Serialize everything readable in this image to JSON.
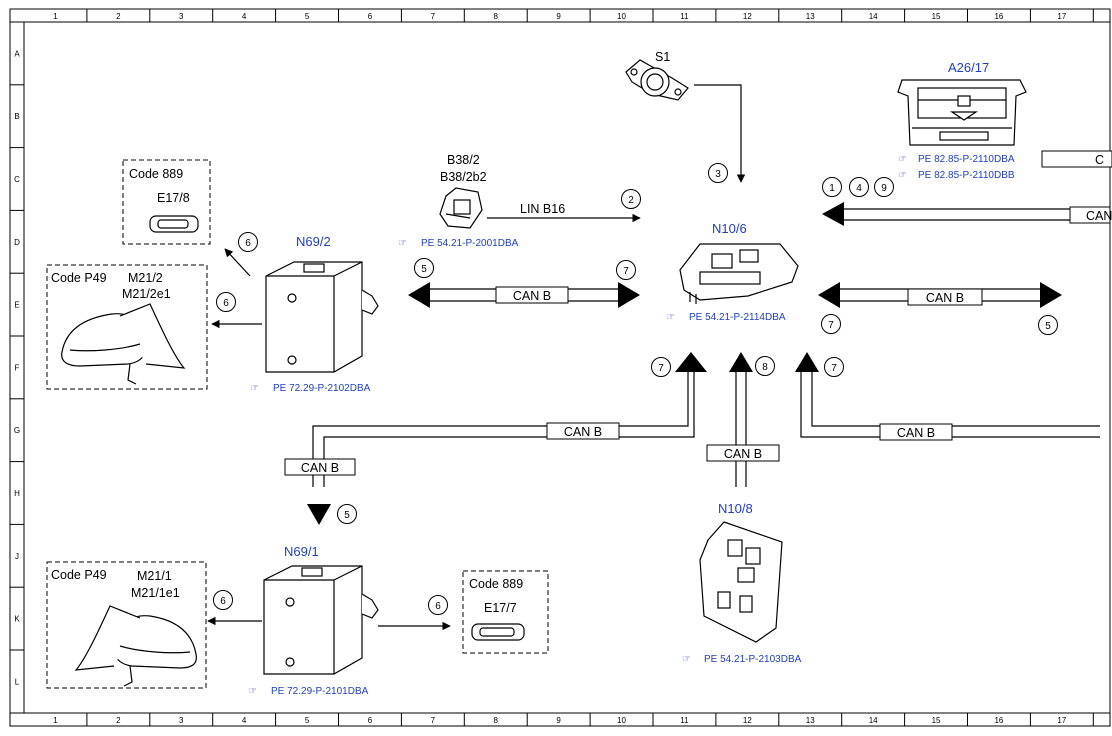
{
  "frame": {
    "cols": [
      "1",
      "2",
      "3",
      "4",
      "5",
      "6",
      "7",
      "8",
      "9",
      "10",
      "11",
      "12",
      "13",
      "14",
      "15",
      "16",
      "17"
    ],
    "rows": [
      "A",
      "B",
      "C",
      "D",
      "E",
      "F",
      "G",
      "H",
      "J",
      "K",
      "L"
    ]
  },
  "components": {
    "s1": "S1",
    "a26_17": "A26/17",
    "b38_2": "B38/2",
    "b38_2b2": "B38/2b2",
    "n10_6": "N10/6",
    "n10_8": "N10/8",
    "n69_2": "N69/2",
    "n69_1": "N69/1",
    "e17_8": "E17/8",
    "e17_7": "E17/7",
    "m21_2": "M21/2",
    "m21_2e1": "M21/2e1",
    "m21_1": "M21/1",
    "m21_1e1": "M21/1e1"
  },
  "codes": {
    "c889_top": "Code 889",
    "c889_bottom": "Code 889",
    "cp49_top": "Code P49",
    "cp49_bottom": "Code P49"
  },
  "refs": {
    "a26_1": "PE 82.85-P-2110DBA",
    "a26_2": "PE 82.85-P-2110DBB",
    "b38": "PE 54.21-P-2001DBA",
    "n10_6": "PE 54.21-P-2114DBA",
    "n69_2": "PE 72.29-P-2102DBA",
    "n69_1": "PE 72.29-P-2101DBA",
    "n10_8": "PE 54.21-P-2103DBA"
  },
  "buses": {
    "lin": "LIN B16",
    "can": "CAN B",
    "right_c": "C",
    "right_can": "CAN"
  },
  "circles": {
    "c3": "3",
    "c2": "2",
    "c1": "1",
    "c4": "4",
    "c9": "9",
    "c6a": "6",
    "c6b": "6",
    "c5a": "5",
    "c7a": "7",
    "c7b": "7",
    "c5b": "5",
    "c7c": "7",
    "c8": "8",
    "c7d": "7",
    "c5c": "5",
    "c6c": "6",
    "c6d": "6"
  }
}
